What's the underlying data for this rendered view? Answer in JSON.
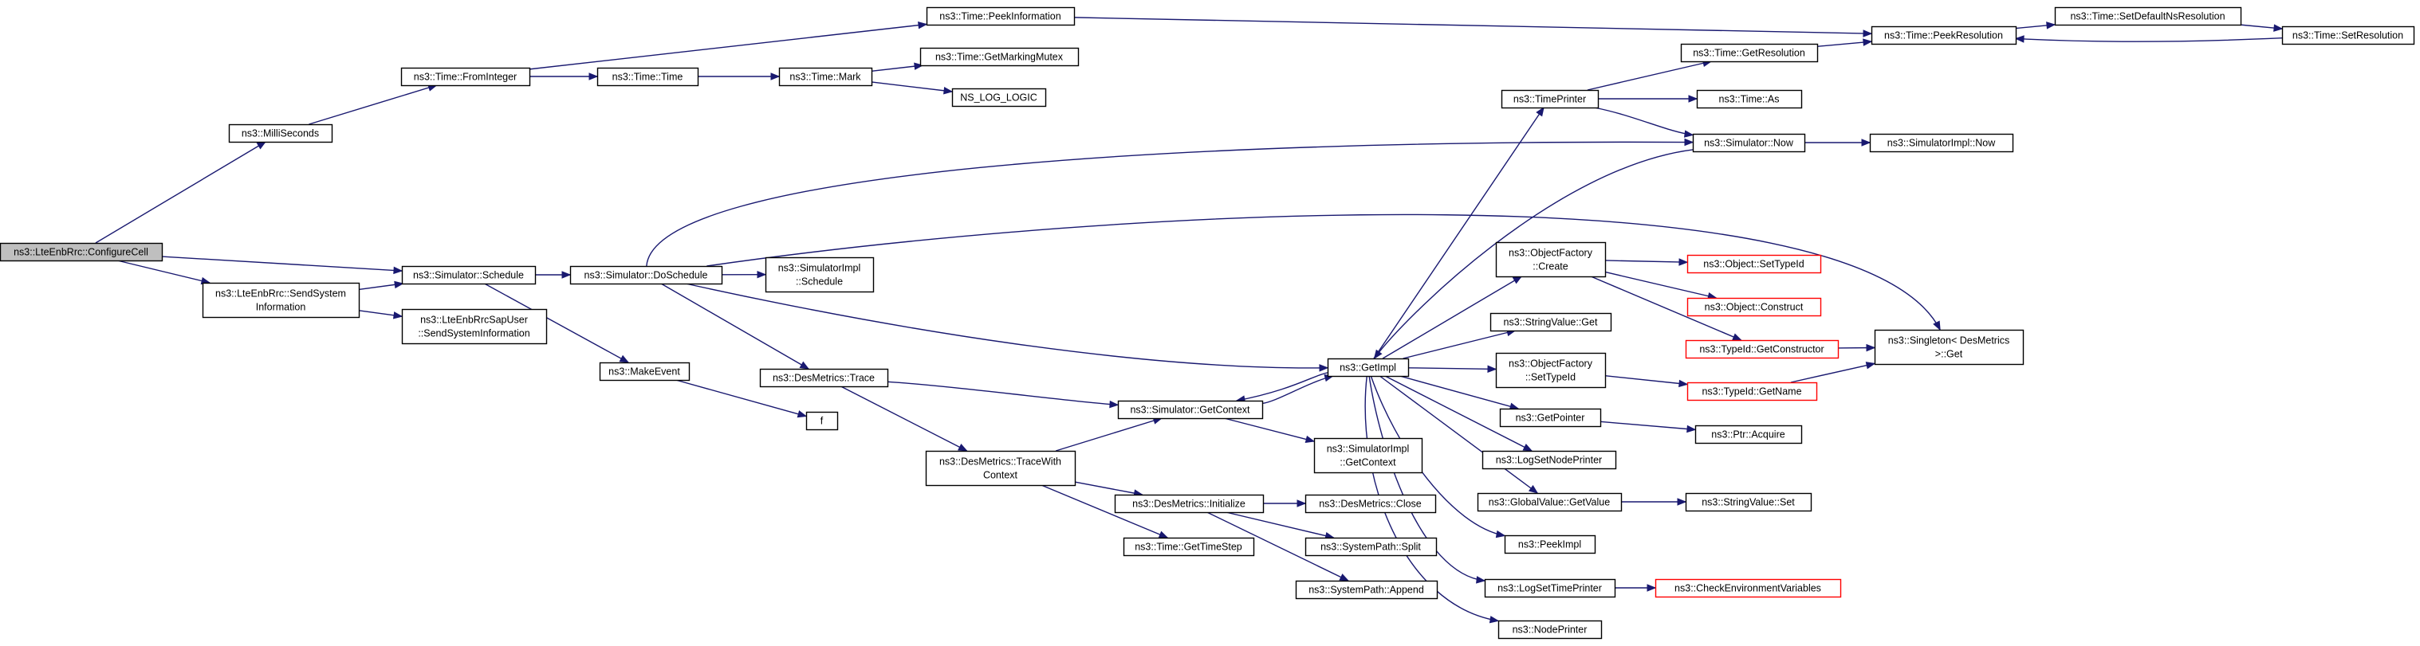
{
  "colors": {
    "edge": "#191970",
    "node_border": "#000000",
    "node_border_truncated": "#ff0000",
    "node_fill": "#ffffff",
    "root_fill": "#bfbfbf"
  },
  "nodes": {
    "configure_cell": {
      "lines": [
        "ns3::LteEnbRrc::ConfigureCell"
      ],
      "root": true
    },
    "milliseconds": {
      "lines": [
        "ns3::MilliSeconds"
      ]
    },
    "time_from_integer": {
      "lines": [
        "ns3::Time::FromInteger"
      ]
    },
    "time_time": {
      "lines": [
        "ns3::Time::Time"
      ]
    },
    "time_mark": {
      "lines": [
        "ns3::Time::Mark"
      ]
    },
    "time_get_marking_mutex": {
      "lines": [
        "ns3::Time::GetMarkingMutex"
      ]
    },
    "ns_log_logic": {
      "lines": [
        "NS_LOG_LOGIC"
      ]
    },
    "time_peek_information": {
      "lines": [
        "ns3::Time::PeekInformation"
      ]
    },
    "time_peek_resolution": {
      "lines": [
        "ns3::Time::PeekResolution"
      ]
    },
    "time_set_default_ns_resolution": {
      "lines": [
        "ns3::Time::SetDefaultNsResolution"
      ]
    },
    "time_set_resolution": {
      "lines": [
        "ns3::Time::SetResolution"
      ]
    },
    "simulator_schedule": {
      "lines": [
        "ns3::Simulator::Schedule"
      ]
    },
    "send_system_information": {
      "lines": [
        "ns3::LteEnbRrc::SendSystem",
        "Information"
      ]
    },
    "sap_user_send_system_information": {
      "lines": [
        "ns3::LteEnbRrcSapUser",
        "::SendSystemInformation"
      ]
    },
    "simulator_do_schedule": {
      "lines": [
        "ns3::Simulator::DoSchedule"
      ]
    },
    "simulatorimpl_schedule": {
      "lines": [
        "ns3::SimulatorImpl",
        "::Schedule"
      ]
    },
    "make_event": {
      "lines": [
        "ns3::MakeEvent"
      ]
    },
    "f": {
      "lines": [
        "f"
      ]
    },
    "desmetrics_trace": {
      "lines": [
        "ns3::DesMetrics::Trace"
      ]
    },
    "desmetrics_trace_with_context": {
      "lines": [
        "ns3::DesMetrics::TraceWith",
        "Context"
      ]
    },
    "simulator_get_context": {
      "lines": [
        "ns3::Simulator::GetContext"
      ]
    },
    "simulatorimpl_get_context": {
      "lines": [
        "ns3::SimulatorImpl",
        "::GetContext"
      ]
    },
    "desmetrics_initialize": {
      "lines": [
        "ns3::DesMetrics::Initialize"
      ]
    },
    "desmetrics_close": {
      "lines": [
        "ns3::DesMetrics::Close"
      ]
    },
    "systempath_split": {
      "lines": [
        "ns3::SystemPath::Split"
      ]
    },
    "systempath_append": {
      "lines": [
        "ns3::SystemPath::Append"
      ]
    },
    "time_get_time_step": {
      "lines": [
        "ns3::Time::GetTimeStep"
      ]
    },
    "get_impl": {
      "lines": [
        "ns3::GetImpl"
      ]
    },
    "time_printer": {
      "lines": [
        "ns3::TimePrinter"
      ]
    },
    "time_get_resolution": {
      "lines": [
        "ns3::Time::GetResolution"
      ]
    },
    "time_as": {
      "lines": [
        "ns3::Time::As"
      ]
    },
    "simulator_now": {
      "lines": [
        "ns3::Simulator::Now"
      ]
    },
    "simulatorimpl_now": {
      "lines": [
        "ns3::SimulatorImpl::Now"
      ]
    },
    "objectfactory_create": {
      "lines": [
        "ns3::ObjectFactory",
        "::Create"
      ]
    },
    "object_set_type_id": {
      "lines": [
        "ns3::Object::SetTypeId"
      ],
      "truncated": true
    },
    "object_construct": {
      "lines": [
        "ns3::Object::Construct"
      ],
      "truncated": true
    },
    "typeid_get_constructor": {
      "lines": [
        "ns3::TypeId::GetConstructor"
      ],
      "truncated": true
    },
    "typeid_get_name": {
      "lines": [
        "ns3::TypeId::GetName"
      ],
      "truncated": true
    },
    "singleton_get": {
      "lines": [
        "ns3::Singleton< DesMetrics",
        " >::Get"
      ]
    },
    "stringvalue_get": {
      "lines": [
        "ns3::StringValue::Get"
      ]
    },
    "objectfactory_set_type_id": {
      "lines": [
        "ns3::ObjectFactory",
        "::SetTypeId"
      ]
    },
    "get_pointer": {
      "lines": [
        "ns3::GetPointer"
      ]
    },
    "ptr_acquire": {
      "lines": [
        "ns3::Ptr::Acquire"
      ]
    },
    "log_set_node_printer": {
      "lines": [
        "ns3::LogSetNodePrinter"
      ]
    },
    "globalvalue_get_value": {
      "lines": [
        "ns3::GlobalValue::GetValue"
      ]
    },
    "stringvalue_set": {
      "lines": [
        "ns3::StringValue::Set"
      ]
    },
    "peek_impl": {
      "lines": [
        "ns3::PeekImpl"
      ]
    },
    "log_set_time_printer": {
      "lines": [
        "ns3::LogSetTimePrinter"
      ]
    },
    "check_environment_variables": {
      "lines": [
        "ns3::CheckEnvironmentVariables"
      ],
      "truncated": true
    },
    "node_printer": {
      "lines": [
        "ns3::NodePrinter"
      ]
    }
  },
  "edges": [
    [
      "configure_cell",
      "milliseconds"
    ],
    [
      "configure_cell",
      "simulator_schedule"
    ],
    [
      "configure_cell",
      "send_system_information"
    ],
    [
      "milliseconds",
      "time_from_integer"
    ],
    [
      "time_from_integer",
      "time_peek_information"
    ],
    [
      "time_from_integer",
      "time_time"
    ],
    [
      "time_time",
      "time_mark"
    ],
    [
      "time_mark",
      "time_get_marking_mutex"
    ],
    [
      "time_mark",
      "ns_log_logic"
    ],
    [
      "time_peek_information",
      "time_peek_resolution"
    ],
    [
      "time_peek_resolution",
      "time_set_default_ns_resolution"
    ],
    [
      "time_set_default_ns_resolution",
      "time_set_resolution"
    ],
    [
      "time_set_resolution",
      "time_peek_resolution"
    ],
    [
      "send_system_information",
      "simulator_schedule"
    ],
    [
      "send_system_information",
      "sap_user_send_system_information"
    ],
    [
      "simulator_schedule",
      "simulator_do_schedule"
    ],
    [
      "simulator_schedule",
      "make_event"
    ],
    [
      "make_event",
      "f"
    ],
    [
      "simulator_do_schedule",
      "simulator_now"
    ],
    [
      "simulator_do_schedule",
      "singleton_get"
    ],
    [
      "simulator_do_schedule",
      "simulatorimpl_schedule"
    ],
    [
      "simulator_do_schedule",
      "get_impl"
    ],
    [
      "simulator_do_schedule",
      "desmetrics_trace"
    ],
    [
      "desmetrics_trace",
      "simulator_get_context"
    ],
    [
      "desmetrics_trace",
      "desmetrics_trace_with_context"
    ],
    [
      "desmetrics_trace_with_context",
      "simulator_get_context"
    ],
    [
      "desmetrics_trace_with_context",
      "desmetrics_initialize"
    ],
    [
      "desmetrics_trace_with_context",
      "time_get_time_step"
    ],
    [
      "desmetrics_initialize",
      "desmetrics_close"
    ],
    [
      "desmetrics_initialize",
      "systempath_split"
    ],
    [
      "desmetrics_initialize",
      "systempath_append"
    ],
    [
      "simulator_get_context",
      "get_impl"
    ],
    [
      "simulator_get_context",
      "simulatorimpl_get_context"
    ],
    [
      "get_impl",
      "time_printer"
    ],
    [
      "get_impl",
      "objectfactory_create"
    ],
    [
      "get_impl",
      "stringvalue_get"
    ],
    [
      "get_impl",
      "objectfactory_set_type_id"
    ],
    [
      "get_impl",
      "get_pointer"
    ],
    [
      "get_impl",
      "log_set_node_printer"
    ],
    [
      "get_impl",
      "globalvalue_get_value"
    ],
    [
      "get_impl",
      "peek_impl"
    ],
    [
      "get_impl",
      "log_set_time_printer"
    ],
    [
      "get_impl",
      "node_printer"
    ],
    [
      "get_impl",
      "simulator_get_context"
    ],
    [
      "time_printer",
      "time_get_resolution"
    ],
    [
      "time_printer",
      "time_as"
    ],
    [
      "time_printer",
      "simulator_now"
    ],
    [
      "time_get_resolution",
      "time_peek_resolution"
    ],
    [
      "simulator_now",
      "get_impl"
    ],
    [
      "simulator_now",
      "simulatorimpl_now"
    ],
    [
      "objectfactory_create",
      "object_set_type_id"
    ],
    [
      "objectfactory_create",
      "object_construct"
    ],
    [
      "objectfactory_create",
      "typeid_get_constructor"
    ],
    [
      "typeid_get_constructor",
      "singleton_get"
    ],
    [
      "objectfactory_set_type_id",
      "typeid_get_name"
    ],
    [
      "typeid_get_name",
      "singleton_get"
    ],
    [
      "get_pointer",
      "ptr_acquire"
    ],
    [
      "globalvalue_get_value",
      "stringvalue_set"
    ],
    [
      "log_set_time_printer",
      "check_environment_variables"
    ]
  ]
}
